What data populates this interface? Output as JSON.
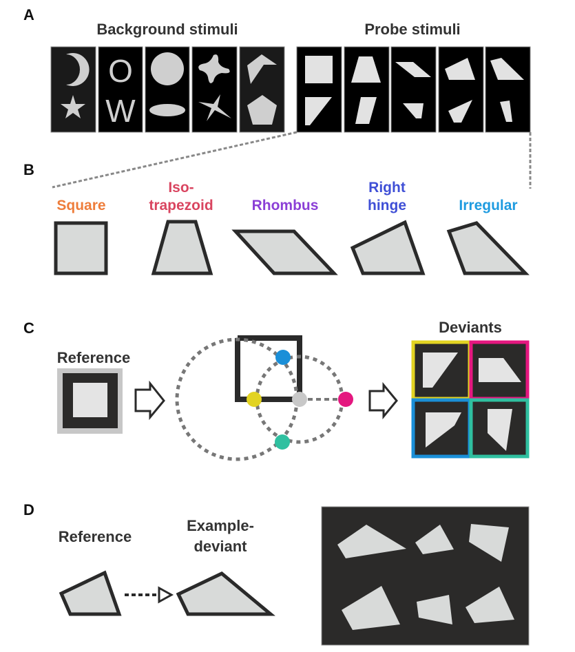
{
  "figure": {
    "panels": {
      "A": {
        "letter": "A",
        "background_title": "Background stimuli",
        "probe_title": "Probe stimuli",
        "background_tiles": [
          {
            "top": "crescent",
            "bottom": "star"
          },
          {
            "top": "letter-O",
            "bottom": "letter-W",
            "top_text": "O",
            "bottom_text": "W"
          },
          {
            "top": "circle",
            "bottom": "ellipse"
          },
          {
            "top": "blob-cross",
            "bottom": "sharp-star"
          },
          {
            "top": "chevron",
            "bottom": "pentagon"
          }
        ],
        "probe_tiles": [
          {
            "category": "Square"
          },
          {
            "category": "Iso-trapezoid"
          },
          {
            "category": "Rhombus"
          },
          {
            "category": "Right hinge"
          },
          {
            "category": "Irregular"
          }
        ]
      },
      "B": {
        "letter": "B",
        "categories": [
          {
            "line1": "",
            "line2": "Square",
            "color": "#ee7d3b"
          },
          {
            "line1": "Iso-",
            "line2": "trapezoid",
            "color": "#d94560"
          },
          {
            "line1": "",
            "line2": "Rhombus",
            "color": "#8b3fd6"
          },
          {
            "line1": "Right",
            "line2": "hinge",
            "color": "#3f4fd6"
          },
          {
            "line1": "",
            "line2": "Irregular",
            "color": "#1e9be0"
          }
        ]
      },
      "C": {
        "letter": "C",
        "reference_label": "Reference",
        "deviants_label": "Deviants",
        "vertex_colors": {
          "blue": "#1a8fd8",
          "yellow": "#e2d322",
          "grey": "#c8c8c8",
          "magenta": "#e4177f",
          "teal": "#2fc0a0"
        },
        "deviant_frames": [
          {
            "position": "top-left",
            "color": "#e2d322"
          },
          {
            "position": "top-right",
            "color": "#e4177f"
          },
          {
            "position": "bottom-left",
            "color": "#1a8fd8"
          },
          {
            "position": "bottom-right",
            "color": "#2fc0a0"
          }
        ]
      },
      "D": {
        "letter": "D",
        "reference_label": "Reference",
        "example_label_line1": "Example-",
        "example_label_line2": "deviant"
      }
    },
    "colors": {
      "shape_fill": "#d8dad9",
      "shape_stroke": "#2a2a2a",
      "tile_bg": "#000000",
      "dark_bg": "#2b2a29",
      "dashed_line": "#888888"
    }
  }
}
